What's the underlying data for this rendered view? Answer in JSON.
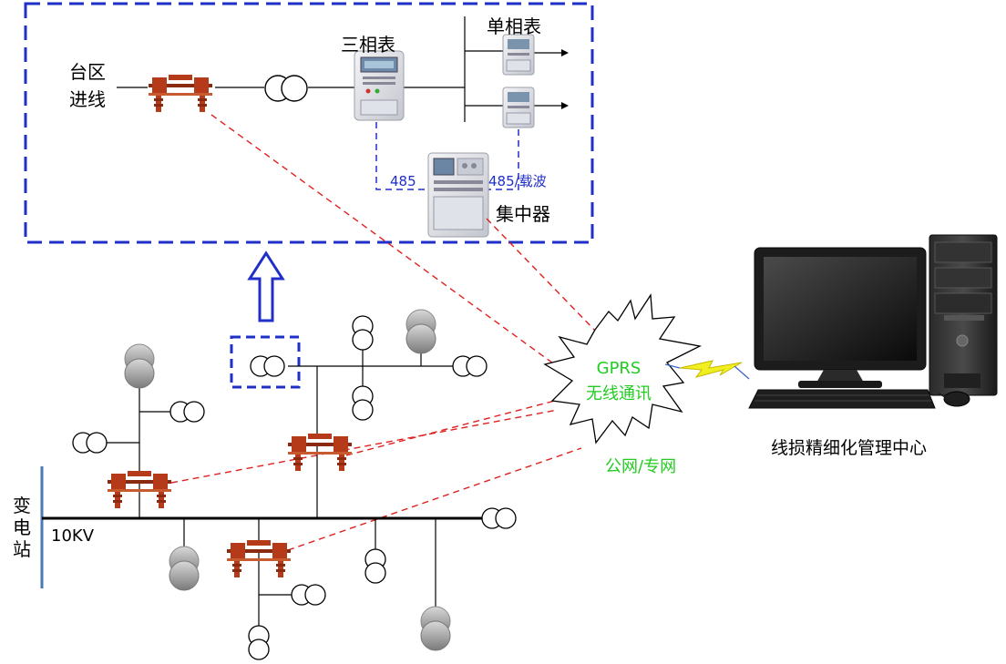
{
  "labels": {
    "taiqu_line1": "台区",
    "taiqu_line2": "进线",
    "three_phase_meter": "三相表",
    "single_phase_meter": "单相表",
    "rs485_left": "485",
    "rs485_right": "485/载波",
    "concentrator": "集中器",
    "gprs_line1": "GPRS",
    "gprs_line2": "无线通讯",
    "network": "公网/专网",
    "management_center": "线损精细化管理中心",
    "substation_c1": "变",
    "substation_c2": "电",
    "substation_c3": "站",
    "voltage": "10KV"
  },
  "colors": {
    "frame_blue": "#1f2fc8",
    "bus_blue": "#4a7ab8",
    "dashed_red": "#e02020",
    "gprs_green": "#22cc22",
    "switch_red": "#b53a1a",
    "line_black": "#000000"
  }
}
